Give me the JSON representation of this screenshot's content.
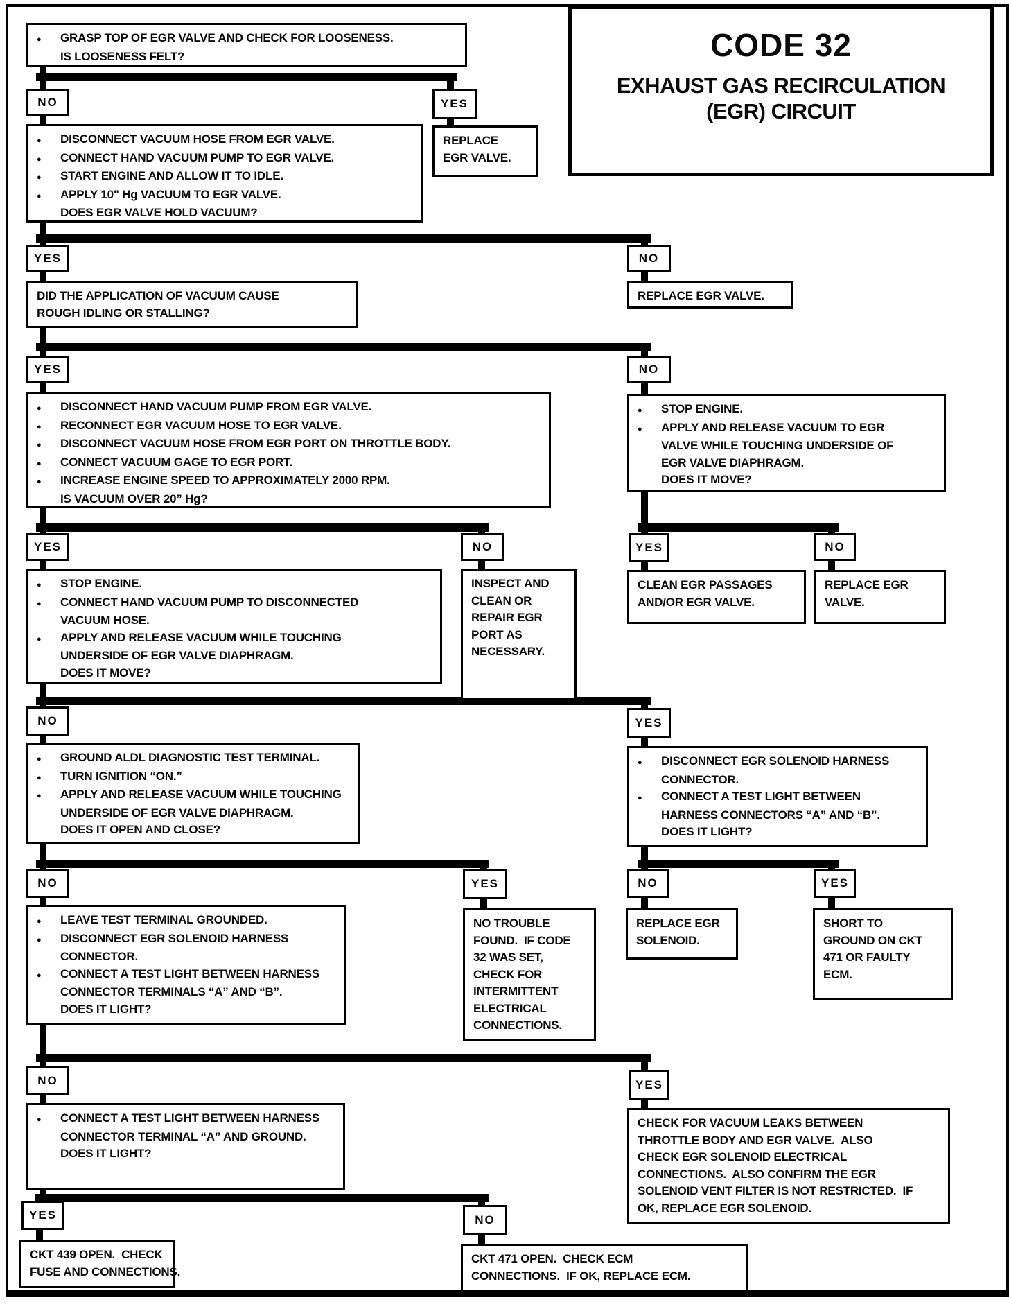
{
  "page": {
    "title_code": "CODE 32",
    "title_line1": "EXHAUST GAS RECIRCULATION",
    "title_line2": "(EGR) CIRCUIT"
  },
  "labels": {
    "yes": "YES",
    "no": "NO"
  },
  "nodes": {
    "q1": {
      "lines": [
        {
          "k": "b",
          "t": "GRASP TOP OF EGR VALVE AND CHECK FOR LOOSENESS."
        },
        {
          "k": "c",
          "t": "IS LOOSENESS FELT?"
        }
      ]
    },
    "replace_valve_top": {
      "lines": [
        {
          "k": "p",
          "t": "REPLACE"
        },
        {
          "k": "p",
          "t": "EGR VALVE."
        }
      ]
    },
    "q2": {
      "lines": [
        {
          "k": "b",
          "t": "DISCONNECT VACUUM HOSE FROM EGR VALVE."
        },
        {
          "k": "b",
          "t": "CONNECT HAND VACUUM PUMP TO EGR VALVE."
        },
        {
          "k": "b",
          "t": "START ENGINE AND ALLOW IT TO IDLE."
        },
        {
          "k": "b",
          "t": "APPLY 10\" Hg VACUUM TO EGR VALVE."
        },
        {
          "k": "c",
          "t": "DOES EGR VALVE HOLD VACUUM?"
        }
      ]
    },
    "replace_valve_2": {
      "lines": [
        {
          "k": "p",
          "t": "REPLACE EGR VALVE."
        }
      ]
    },
    "q3": {
      "lines": [
        {
          "k": "p",
          "t": "DID THE APPLICATION OF VACUUM CAUSE"
        },
        {
          "k": "p",
          "t": "ROUGH IDLING OR STALLING?"
        }
      ]
    },
    "q4": {
      "lines": [
        {
          "k": "b",
          "t": "DISCONNECT HAND VACUUM PUMP FROM EGR VALVE."
        },
        {
          "k": "b",
          "t": "RECONNECT EGR VACUUM HOSE TO EGR VALVE."
        },
        {
          "k": "b",
          "t": "DISCONNECT VACUUM HOSE FROM EGR PORT ON THROTTLE BODY."
        },
        {
          "k": "b",
          "t": "CONNECT VACUUM GAGE TO EGR PORT."
        },
        {
          "k": "b",
          "t": "INCREASE ENGINE SPEED TO APPROXIMATELY 2000 RPM."
        },
        {
          "k": "c",
          "t": "IS VACUUM OVER 20” Hg?"
        }
      ]
    },
    "q5": {
      "lines": [
        {
          "k": "b",
          "t": "STOP ENGINE."
        },
        {
          "k": "b",
          "t": "APPLY AND RELEASE VACUUM TO EGR"
        },
        {
          "k": "c",
          "t": "VALVE WHILE TOUCHING UNDERSIDE OF"
        },
        {
          "k": "c",
          "t": "EGR VALVE DIAPHRAGM."
        },
        {
          "k": "c",
          "t": "DOES IT MOVE?"
        }
      ]
    },
    "q6": {
      "lines": [
        {
          "k": "b",
          "t": "STOP ENGINE."
        },
        {
          "k": "b",
          "t": "CONNECT HAND VACUUM PUMP TO DISCONNECTED"
        },
        {
          "k": "c",
          "t": "VACUUM HOSE."
        },
        {
          "k": "b",
          "t": "APPLY AND RELEASE VACUUM WHILE TOUCHING"
        },
        {
          "k": "c",
          "t": "UNDERSIDE OF EGR VALVE DIAPHRAGM."
        },
        {
          "k": "c",
          "t": "DOES IT MOVE?"
        }
      ]
    },
    "inspect_port": {
      "lines": [
        {
          "k": "p",
          "t": "INSPECT AND"
        },
        {
          "k": "p",
          "t": "CLEAN OR"
        },
        {
          "k": "p",
          "t": "REPAIR EGR"
        },
        {
          "k": "p",
          "t": "PORT AS"
        },
        {
          "k": "p",
          "t": "NECESSARY."
        }
      ]
    },
    "clean_passages": {
      "lines": [
        {
          "k": "p",
          "t": "CLEAN EGR PASSAGES"
        },
        {
          "k": "p",
          "t": "AND/OR EGR VALVE."
        }
      ]
    },
    "replace_valve_3": {
      "lines": [
        {
          "k": "p",
          "t": "REPLACE EGR"
        },
        {
          "k": "p",
          "t": "VALVE."
        }
      ]
    },
    "q7": {
      "lines": [
        {
          "k": "b",
          "t": "GROUND ALDL DIAGNOSTIC TEST TERMINAL."
        },
        {
          "k": "b",
          "t": "TURN IGNITION “ON.”"
        },
        {
          "k": "b",
          "t": "APPLY AND RELEASE VACUUM WHILE TOUCHING"
        },
        {
          "k": "c",
          "t": "UNDERSIDE OF EGR VALVE DIAPHRAGM."
        },
        {
          "k": "c",
          "t": "DOES IT OPEN AND CLOSE?"
        }
      ]
    },
    "q8": {
      "lines": [
        {
          "k": "b",
          "t": "DISCONNECT EGR SOLENOID HARNESS"
        },
        {
          "k": "c",
          "t": "CONNECTOR."
        },
        {
          "k": "b",
          "t": "CONNECT A TEST LIGHT BETWEEN"
        },
        {
          "k": "c",
          "t": "HARNESS CONNECTORS “A” AND “B”."
        },
        {
          "k": "c",
          "t": "DOES IT LIGHT?"
        }
      ]
    },
    "q9": {
      "lines": [
        {
          "k": "b",
          "t": "LEAVE TEST TERMINAL GROUNDED."
        },
        {
          "k": "b",
          "t": "DISCONNECT EGR SOLENOID HARNESS"
        },
        {
          "k": "c",
          "t": "CONNECTOR."
        },
        {
          "k": "b",
          "t": "CONNECT A TEST LIGHT BETWEEN HARNESS"
        },
        {
          "k": "c",
          "t": "CONNECTOR TERMINALS “A” AND “B”."
        },
        {
          "k": "c",
          "t": "DOES IT LIGHT?"
        }
      ]
    },
    "no_trouble": {
      "lines": [
        {
          "k": "p",
          "t": "NO TROUBLE"
        },
        {
          "k": "p",
          "t": "FOUND.  IF CODE"
        },
        {
          "k": "p",
          "t": "32 WAS SET,"
        },
        {
          "k": "p",
          "t": "CHECK FOR"
        },
        {
          "k": "p",
          "t": "INTERMITTENT"
        },
        {
          "k": "p",
          "t": "ELECTRICAL"
        },
        {
          "k": "p",
          "t": "CONNECTIONS."
        }
      ]
    },
    "replace_solenoid": {
      "lines": [
        {
          "k": "p",
          "t": "REPLACE EGR"
        },
        {
          "k": "p",
          "t": "SOLENOID."
        }
      ]
    },
    "short_to_ground": {
      "lines": [
        {
          "k": "p",
          "t": "SHORT TO"
        },
        {
          "k": "p",
          "t": "GROUND ON CKT"
        },
        {
          "k": "p",
          "t": "471 OR FAULTY"
        },
        {
          "k": "p",
          "t": "ECM."
        }
      ]
    },
    "q10": {
      "lines": [
        {
          "k": "b",
          "t": "CONNECT A TEST LIGHT BETWEEN HARNESS"
        },
        {
          "k": "c",
          "t": "CONNECTOR TERMINAL “A” AND GROUND."
        },
        {
          "k": "c",
          "t": "DOES IT LIGHT?"
        }
      ]
    },
    "check_leaks": {
      "lines": [
        {
          "k": "p",
          "t": "CHECK FOR VACUUM LEAKS BETWEEN"
        },
        {
          "k": "p",
          "t": "THROTTLE BODY AND EGR VALVE.  ALSO"
        },
        {
          "k": "p",
          "t": "CHECK EGR SOLENOID ELECTRICAL"
        },
        {
          "k": "p",
          "t": "CONNECTIONS.  ALSO CONFIRM THE EGR"
        },
        {
          "k": "p",
          "t": "SOLENOID VENT FILTER IS NOT RESTRICTED.  IF"
        },
        {
          "k": "p",
          "t": "OK, REPLACE EGR SOLENOID."
        }
      ]
    },
    "ckt439": {
      "lines": [
        {
          "k": "p",
          "t": "CKT 439 OPEN.  CHECK"
        },
        {
          "k": "p",
          "t": "FUSE AND CONNECTIONS."
        }
      ]
    },
    "ckt471": {
      "lines": [
        {
          "k": "p",
          "t": "CKT 471 OPEN.  CHECK ECM"
        },
        {
          "k": "p",
          "t": "CONNECTIONS.  IF OK, REPLACE ECM."
        }
      ]
    }
  }
}
